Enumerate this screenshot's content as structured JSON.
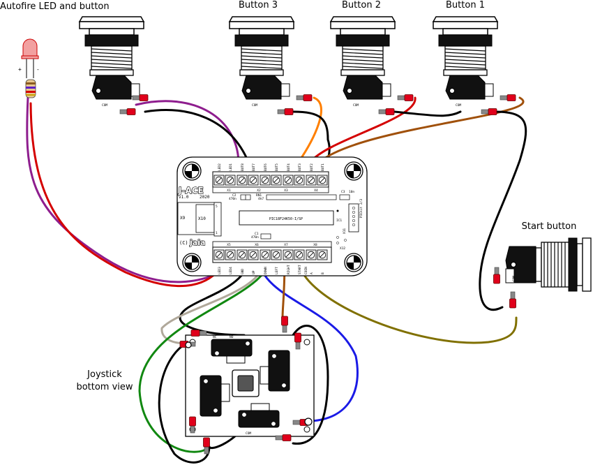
{
  "labels": {
    "autofire": "Autofire LED and button",
    "button3": "Button 3",
    "button2": "Button 2",
    "button1": "Button 1",
    "start": "Start button",
    "joystick_line1": "Joystick",
    "joystick_line2": "bottom view"
  },
  "pcb": {
    "brand": "J-ACE",
    "version": "v1.0",
    "year": "2020",
    "copyright": "(C)",
    "logo": "jaia",
    "ic1": "PIC18F24K50-I/SP",
    "ic1_ref": "IC1",
    "rn1": "RN1",
    "rn1_value": "4k7",
    "c1": "C1",
    "c1_value": "470n",
    "c2": "C2",
    "c2_value": "470n",
    "c3": "C3",
    "c3_value": "10n",
    "pickit": "PICkit 2/3",
    "x9": "X9",
    "x10": "X10",
    "x11": "X11",
    "x12": "X12",
    "x10_pins_top": "5",
    "x10_pins_bottom": "1",
    "top_connectors": [
      "X1",
      "X2",
      "X3",
      "X4"
    ],
    "bottom_connectors": [
      "X5",
      "X6",
      "X7",
      "X8"
    ],
    "top_pins": [
      "LED2",
      "LED1",
      "BUT8",
      "BUT7",
      "BUT6",
      "BUT5",
      "BUT4",
      "BUT3",
      "BUT2",
      "BUT1"
    ],
    "bottom_pins": [
      "LED3",
      "LED4",
      "GND",
      "UP",
      "DOWN",
      "LEFT",
      "RIGHT",
      "START",
      "COIN",
      "A",
      "B"
    ]
  },
  "switch_terminals": {
    "com": "COM",
    "nc": "NC",
    "no": "NO"
  },
  "led": {
    "plus": "+",
    "minus": "-"
  },
  "wire_colors": {
    "purple": "#8e1d8e",
    "red": "#d40000",
    "orange": "#ff7f00",
    "brown": "#a0500a",
    "black": "#000000",
    "grey": "#b0a89a",
    "green": "#118811",
    "blue": "#1a1ae6",
    "olive": "#807000"
  }
}
